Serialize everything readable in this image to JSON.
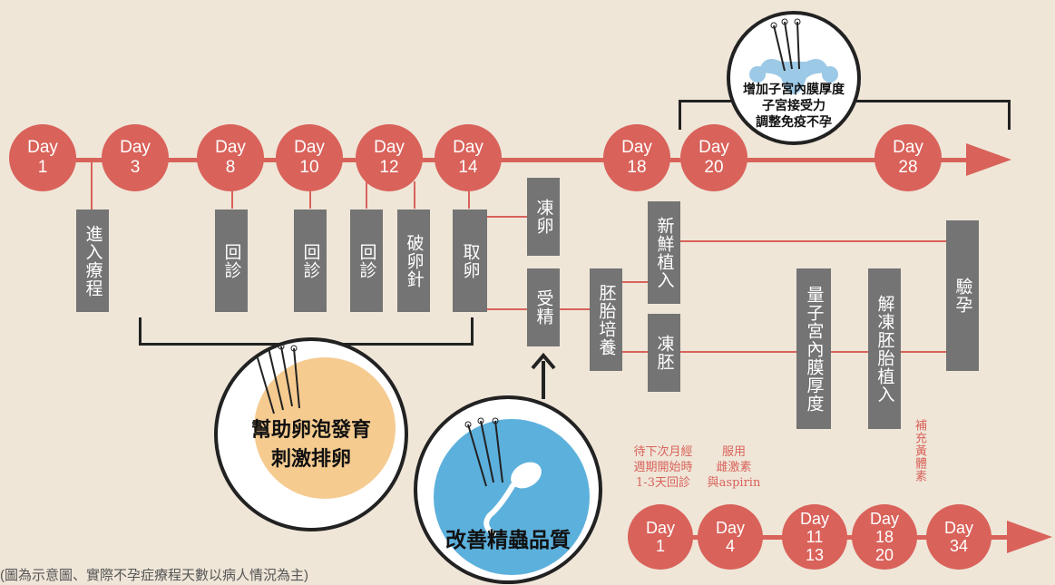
{
  "top_days": [
    {
      "l1": "Day",
      "l2": "1"
    },
    {
      "l1": "Day",
      "l2": "3"
    },
    {
      "l1": "Day",
      "l2": "8"
    },
    {
      "l1": "Day",
      "l2": "10"
    },
    {
      "l1": "Day",
      "l2": "12"
    },
    {
      "l1": "Day",
      "l2": "14"
    },
    {
      "l1": "Day",
      "l2": "18"
    },
    {
      "l1": "Day",
      "l2": "20"
    },
    {
      "l1": "Day",
      "l2": "28"
    }
  ],
  "boxes": {
    "enter": "進入療程",
    "visit8": "回診",
    "visit10": "回診",
    "visit12": "回診",
    "trigger": "破卵針",
    "retrieve": "取卵",
    "freeze_egg": "凍卵",
    "fertilize": "受精",
    "culture": "胚胎培養",
    "fresh": "新鮮植入",
    "freeze_embryo": "凍胚",
    "measure": "量子宮內膜厚度",
    "thaw": "解凍胚胎植入",
    "test": "驗孕"
  },
  "circles": {
    "follicle": {
      "line1": "幫助卵泡發育",
      "line2": "刺激排卵"
    },
    "sperm": {
      "line1": "改善精蟲品質"
    },
    "uterus": {
      "line1": "增加子宮內膜厚度",
      "line2": "子宮接受力",
      "line3": "調整免疫不孕"
    }
  },
  "notes": {
    "wait": [
      "待下次月經",
      "週期開始時",
      "1-3天回診"
    ],
    "take": [
      "服用",
      "雌激素",
      "與aspirin"
    ],
    "progesterone": "補充黃體素"
  },
  "bottom_days": [
    {
      "l1": "Day",
      "l2": "1"
    },
    {
      "l1": "Day",
      "l2": "4"
    },
    {
      "l1": "Day",
      "l2": "11",
      "l3": "13"
    },
    {
      "l1": "Day",
      "l2": "18",
      "l3": "20"
    },
    {
      "l1": "Day",
      "l2": "34"
    }
  ],
  "footnote": "(圖為示意圖、實際不孕症療程天數以病人情況為主)",
  "colors": {
    "accent": "#d9625a",
    "box": "#747474",
    "background": "#efe6d8"
  }
}
